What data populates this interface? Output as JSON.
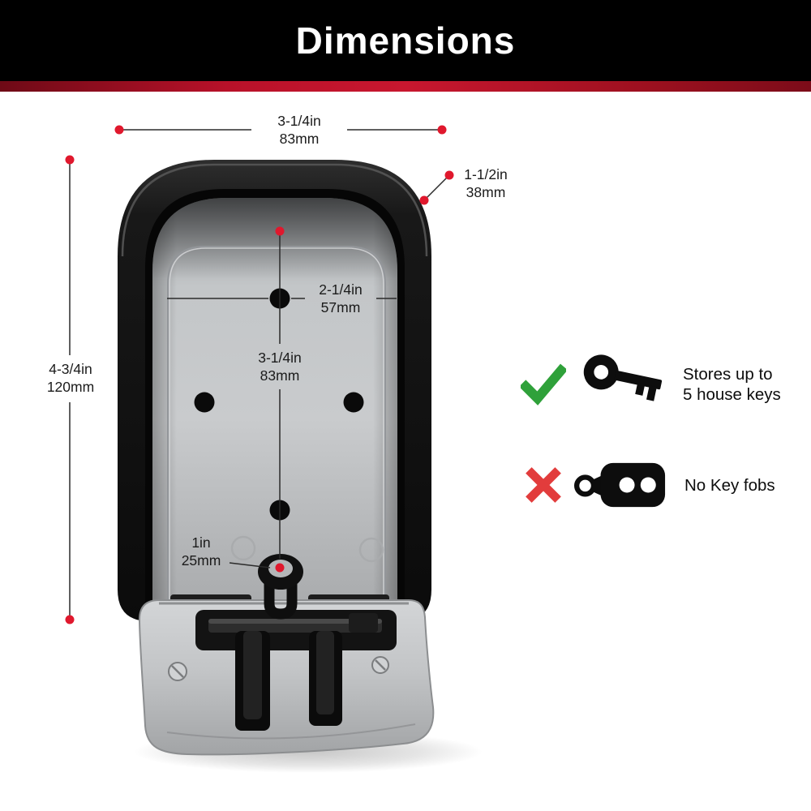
{
  "header": {
    "title": "Dimensions"
  },
  "dimensions": {
    "outer_width": {
      "inches": "3-1/4in",
      "metric": "83mm"
    },
    "depth": {
      "inches": "1-1/2in",
      "metric": "38mm"
    },
    "outer_height": {
      "inches": "4-3/4in",
      "metric": "120mm"
    },
    "inner_width": {
      "inches": "2-1/4in",
      "metric": "57mm"
    },
    "inner_height": {
      "inches": "3-1/4in",
      "metric": "83mm"
    },
    "shackle_width": {
      "inches": "1in",
      "metric": "25mm"
    }
  },
  "features": [
    {
      "allowed": true,
      "icon": "key-icon",
      "line1": "Stores up to",
      "line2": "5 house keys"
    },
    {
      "allowed": false,
      "icon": "keyfob-icon",
      "line1": "No Key fobs",
      "line2": ""
    }
  ],
  "colors": {
    "banner_bg": "#000000",
    "accent_stripe": "#b81129",
    "marker_red": "#e0182d",
    "check_green": "#2fa13a",
    "cross_red": "#e23c3c"
  }
}
